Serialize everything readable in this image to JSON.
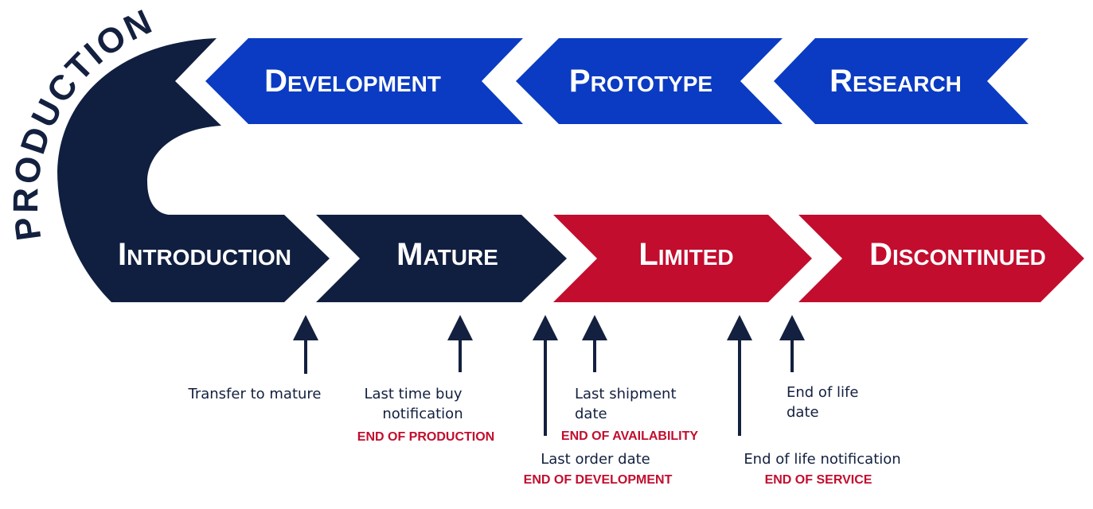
{
  "colors": {
    "navy": "#101f40",
    "blue": "#0b3bc2",
    "red": "#c20d2e"
  },
  "production_label": "PRODUCTION",
  "stages": {
    "development": "Development",
    "prototype": "Prototype",
    "research": "Research",
    "introduction": "Introduction",
    "mature": "Mature",
    "limited": "Limited",
    "discontinued": "Discontinued"
  },
  "milestones": {
    "transfer": "Transfer to mature",
    "last_time_buy_1": "Last time buy",
    "last_time_buy_2": "notification",
    "end_of_production": "END OF PRODUCTION",
    "last_order": "Last order date",
    "end_of_development": "END OF DEVELOPMENT",
    "last_shipment_1": "Last shipment",
    "last_shipment_2": "date",
    "end_of_availability": "END OF AVAILABILITY",
    "eol_notification": "End of life notification",
    "end_of_service": "END OF SERVICE",
    "eol_date_1": "End of life",
    "eol_date_2": "date"
  }
}
